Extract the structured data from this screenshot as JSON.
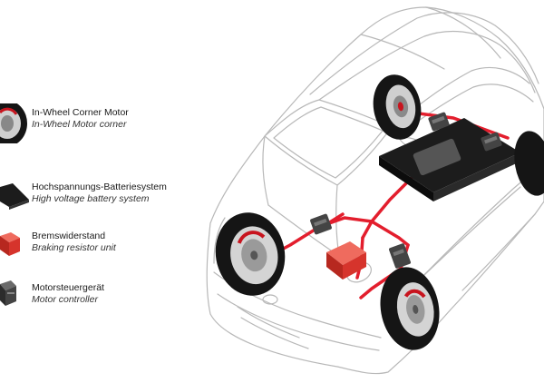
{
  "legend": {
    "items": [
      {
        "label_de": "In-Wheel Corner Motor",
        "label_en": "In-Wheel Motor corner",
        "icon": "wheel-motor-icon"
      },
      {
        "label_de": "Hochspannungs-Batteriesystem",
        "label_en": "High voltage battery system",
        "icon": "battery-pack-icon"
      },
      {
        "label_de": "Bremswiderstand",
        "label_en": "Braking resistor unit",
        "icon": "braking-resistor-icon"
      },
      {
        "label_de": "Motorsteuergerät",
        "label_en": "Motor controller",
        "icon": "motor-controller-icon"
      }
    ]
  },
  "colors": {
    "cable": "#e31e2d",
    "battery": "#1c1c1c",
    "resistor": "#d6342c",
    "controller": "#444444",
    "car_outline": "#b8b8b8",
    "tire": "#151515",
    "rim": "#cfcfcf",
    "brake": "#c8141e"
  }
}
